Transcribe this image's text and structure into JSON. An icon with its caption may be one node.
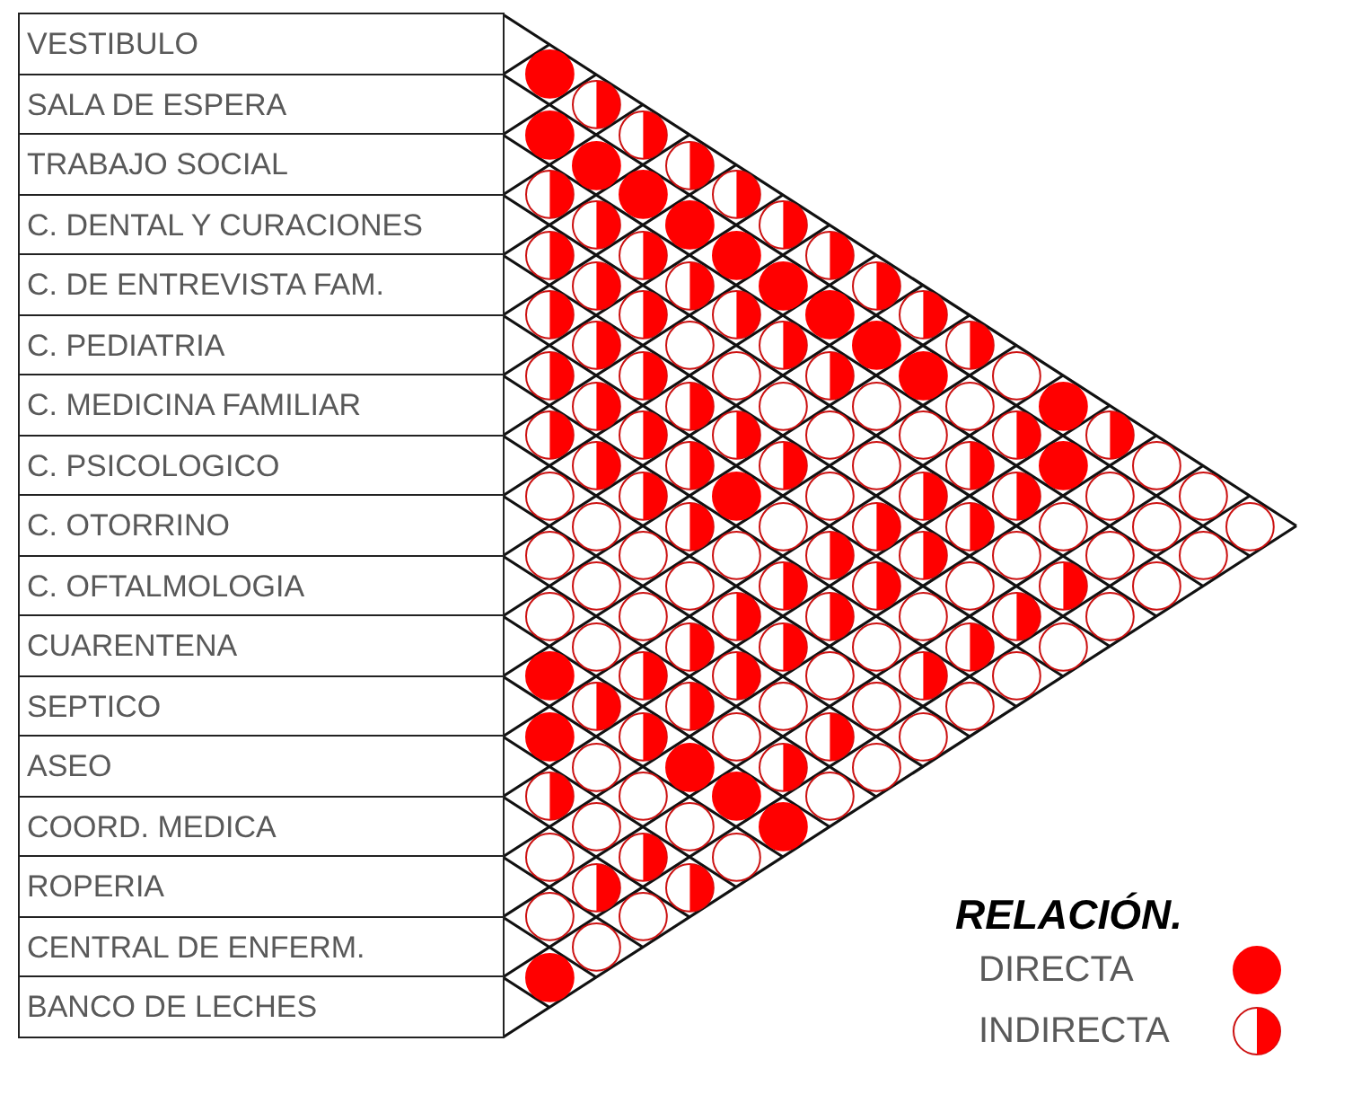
{
  "diagram": {
    "nodes": [
      {
        "text": [
          "VESTIBULO"
        ]
      },
      {
        "text": [
          "SALA DE ESPERA"
        ]
      },
      {
        "text": [
          "TRABAJO SOCIAL"
        ]
      },
      {
        "text": [
          "C. DENTAL Y CURACIONES"
        ]
      },
      {
        "text": [
          "C. DE ENTREVISTA FAM."
        ]
      },
      {
        "text": [
          "C. PEDIATRIA"
        ]
      },
      {
        "text": [
          "C. MEDICINA FAMILIAR"
        ]
      },
      {
        "text": [
          "C. PSICOLOGICO"
        ]
      },
      {
        "text": [
          "C. OTORRINO"
        ]
      },
      {
        "text": [
          "C. OFTALMOLOGIA"
        ]
      },
      {
        "text": [
          "CUARENTENA"
        ]
      },
      {
        "text": [
          "SEPTICO"
        ]
      },
      {
        "text": [
          "ASEO"
        ]
      },
      {
        "text": [
          "COORD. MEDICA"
        ]
      },
      {
        "text": [
          "ROPERIA"
        ]
      },
      {
        "text": [
          "CENTRAL DE ENFERM."
        ]
      },
      {
        "text": [
          "BANCO DE LECHES"
        ]
      },
      {
        "text": [],
        "shape": "disc"
      },
      {
        "text": [],
        "shape": "half-disc"
      },
      {
        "text": [],
        "shape": "disc"
      },
      {
        "text": [],
        "shape": "half-disc"
      },
      {
        "text": [],
        "shape": "disc"
      },
      {
        "text": [],
        "shape": "half-disc"
      },
      {
        "text": [],
        "shape": "half-disc"
      },
      {
        "text": [],
        "shape": "disc"
      },
      {
        "text": [],
        "shape": "half-disc"
      },
      {
        "text": [],
        "shape": "half-disc"
      },
      {
        "text": [],
        "shape": "disc"
      },
      {
        "text": [],
        "shape": "half-disc"
      },
      {
        "text": [],
        "shape": "half-disc"
      },
      {
        "text": [],
        "shape": "half-disc"
      },
      {
        "text": [],
        "shape": "disc"
      },
      {
        "text": [],
        "shape": "half-disc"
      },
      {
        "text": [],
        "shape": "half-disc"
      },
      {
        "text": [],
        "shape": "half-disc"
      },
      {
        "text": [],
        "shape": "disc"
      },
      {
        "text": [],
        "shape": "half-disc"
      },
      {
        "text": [],
        "shape": "half-disc"
      },
      {
        "text": [],
        "shape": "half-disc"
      },
      {
        "text": [],
        "shape": "half-disc"
      },
      {
        "text": [],
        "shape": "disc"
      },
      {
        "text": [],
        "shape": "half-disc"
      },
      {
        "text": [],
        "shape": "half-disc"
      },
      {
        "text": [],
        "shape": "circle"
      },
      {
        "text": [],
        "shape": "half-disc"
      },
      {
        "text": [],
        "shape": "disc"
      },
      {
        "text": [],
        "shape": "half-disc"
      },
      {
        "text": [],
        "shape": "half-disc"
      },
      {
        "text": [],
        "shape": "half-disc"
      },
      {
        "text": [],
        "shape": "circle"
      },
      {
        "text": [],
        "shape": "half-disc"
      },
      {
        "text": [],
        "shape": "disc"
      },
      {
        "text": [],
        "shape": "circle"
      },
      {
        "text": [],
        "shape": "half-disc"
      },
      {
        "text": [],
        "shape": "half-disc"
      },
      {
        "text": [],
        "shape": "circle"
      },
      {
        "text": [],
        "shape": "circle"
      },
      {
        "text": [],
        "shape": "circle"
      },
      {
        "text": [],
        "shape": "disc"
      },
      {
        "text": [],
        "shape": "half-disc"
      },
      {
        "text": [],
        "shape": "half-disc"
      },
      {
        "text": [],
        "shape": "half-disc"
      },
      {
        "text": [],
        "shape": "circle"
      },
      {
        "text": [],
        "shape": "circle"
      },
      {
        "text": [],
        "shape": "half-disc"
      },
      {
        "text": [],
        "shape": "half-disc"
      },
      {
        "text": [],
        "shape": "half-disc"
      },
      {
        "text": [],
        "shape": "half-disc"
      },
      {
        "text": [],
        "shape": "half-disc"
      },
      {
        "text": [],
        "shape": "circle"
      },
      {
        "text": [],
        "shape": "half-disc"
      },
      {
        "text": [],
        "shape": "disc"
      },
      {
        "text": [],
        "shape": "circle"
      },
      {
        "text": [],
        "shape": "circle"
      },
      {
        "text": [],
        "shape": "half-disc"
      },
      {
        "text": [],
        "shape": "disc"
      },
      {
        "text": [],
        "shape": "circle"
      },
      {
        "text": [],
        "shape": "half-disc"
      },
      {
        "text": [],
        "shape": "half-disc"
      },
      {
        "text": [],
        "shape": "circle"
      },
      {
        "text": [],
        "shape": "circle"
      },
      {
        "text": [],
        "shape": "circle"
      },
      {
        "text": [],
        "shape": "half-disc"
      },
      {
        "text": [],
        "shape": "circle"
      },
      {
        "text": [],
        "shape": "half-disc"
      },
      {
        "text": [],
        "shape": "half-disc"
      },
      {
        "text": [],
        "shape": "circle"
      },
      {
        "text": [],
        "shape": "circle"
      },
      {
        "text": [],
        "shape": "circle"
      },
      {
        "text": [],
        "shape": "circle"
      },
      {
        "text": [],
        "shape": "circle"
      },
      {
        "text": [],
        "shape": "circle"
      },
      {
        "text": [],
        "shape": "half-disc"
      },
      {
        "text": [],
        "shape": "half-disc"
      },
      {
        "text": [],
        "shape": "circle"
      },
      {
        "text": [],
        "shape": "circle"
      },
      {
        "text": [],
        "shape": "circle"
      },
      {
        "text": [],
        "shape": "circle"
      },
      {
        "text": [],
        "shape": "circle"
      },
      {
        "text": [],
        "shape": "half-disc"
      },
      {
        "text": [],
        "shape": "half-disc"
      },
      {
        "text": [],
        "shape": "circle"
      },
      {
        "text": [],
        "shape": "half-disc"
      },
      {
        "text": [],
        "shape": "circle"
      },
      {
        "text": [],
        "shape": "circle"
      },
      {
        "text": [],
        "shape": "circle"
      },
      {
        "text": [],
        "shape": "half-disc"
      },
      {
        "text": [],
        "shape": "half-disc"
      },
      {
        "text": [],
        "shape": "circle"
      },
      {
        "text": [],
        "shape": "half-disc"
      },
      {
        "text": [],
        "shape": "circle"
      },
      {
        "text": [],
        "shape": "circle"
      },
      {
        "text": [],
        "shape": "half-disc"
      },
      {
        "text": [],
        "shape": "half-disc"
      },
      {
        "text": [],
        "shape": "circle"
      },
      {
        "text": [],
        "shape": "half-disc"
      },
      {
        "text": [],
        "shape": "circle"
      },
      {
        "text": [],
        "shape": "disc"
      },
      {
        "text": [],
        "shape": "half-disc"
      },
      {
        "text": [],
        "shape": "half-disc"
      },
      {
        "text": [],
        "shape": "circle"
      },
      {
        "text": [],
        "shape": "half-disc"
      },
      {
        "text": [],
        "shape": "circle"
      },
      {
        "text": [],
        "shape": "half-disc"
      },
      {
        "text": [],
        "shape": "half-disc"
      },
      {
        "text": [],
        "shape": "circle"
      },
      {
        "text": [],
        "shape": "circle"
      },
      {
        "text": [],
        "shape": "circle"
      },
      {
        "text": [],
        "shape": "disc"
      },
      {
        "text": [],
        "shape": "half-disc"
      },
      {
        "text": [],
        "shape": "circle"
      },
      {
        "text": [],
        "shape": "half-disc"
      },
      {
        "text": [],
        "shape": "circle"
      },
      {
        "text": [],
        "shape": "circle"
      },
      {
        "text": [],
        "shape": "disc"
      },
      {
        "text": [],
        "shape": "half-disc"
      },
      {
        "text": [],
        "shape": "circle"
      },
      {
        "text": [],
        "shape": "half-disc"
      },
      {
        "text": [],
        "shape": "circle"
      },
      {
        "text": [],
        "shape": "disc"
      },
      {
        "text": [],
        "shape": "circle"
      },
      {
        "text": [],
        "shape": "circle"
      },
      {
        "text": [],
        "shape": "circle"
      },
      {
        "text": [],
        "shape": "disc"
      },
      {
        "text": [],
        "shape": "circle"
      },
      {
        "text": [],
        "shape": "half-disc"
      },
      {
        "text": [],
        "shape": "circle"
      },
      {
        "text": [],
        "shape": "half-disc"
      },
      {
        "text": [],
        "shape": "half-disc"
      },
      {
        "text": [],
        "shape": "circle"
      },
      {
        "text": [],
        "shape": "circle"
      },
      {
        "text": [],
        "shape": "circle"
      },
      {
        "text": [],
        "shape": "disc"
      }
    ],
    "labels": [
      "RELACIÓN."
    ],
    "legend": [
      {
        "text": "DIRECTA",
        "color": "#ff0000"
      },
      {
        "text": "INDIRECTA"
      }
    ]
  }
}
